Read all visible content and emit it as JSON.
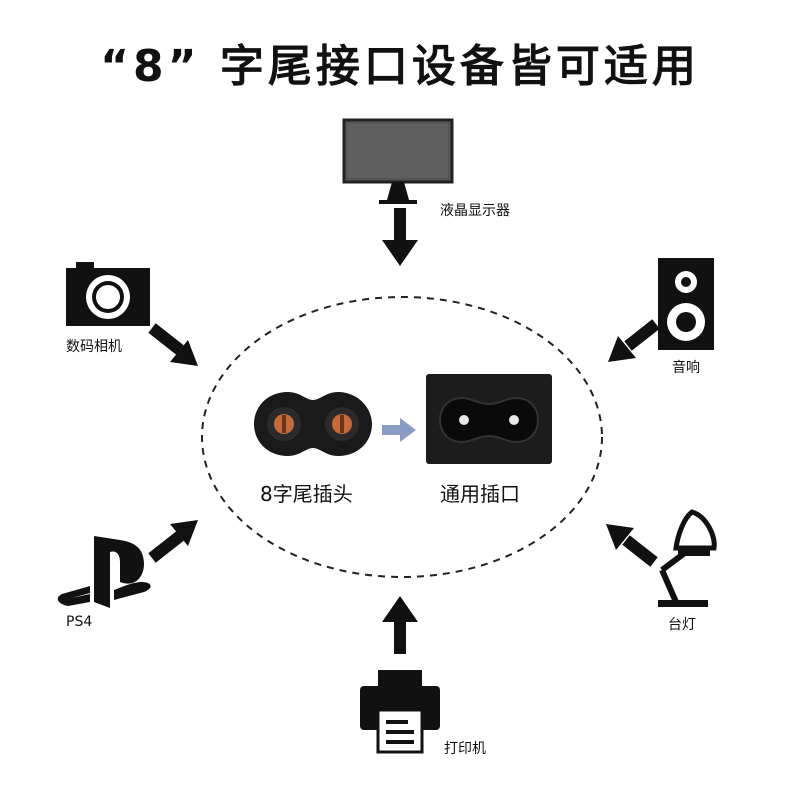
{
  "title": "“8” 字尾接口设备皆可适用",
  "center": {
    "plug_label": "8字尾插头",
    "socket_label": "通用插口"
  },
  "devices": {
    "monitor": "液晶显示器",
    "camera": "数码相机",
    "speaker": "音响",
    "ps4": "PS4",
    "lamp": "台灯",
    "printer": "打印机"
  },
  "colors": {
    "arrow": "#111111",
    "small_arrow": "#8a9cc4",
    "plug_body": "#1a1a1a",
    "pin": "#c46a3a"
  }
}
